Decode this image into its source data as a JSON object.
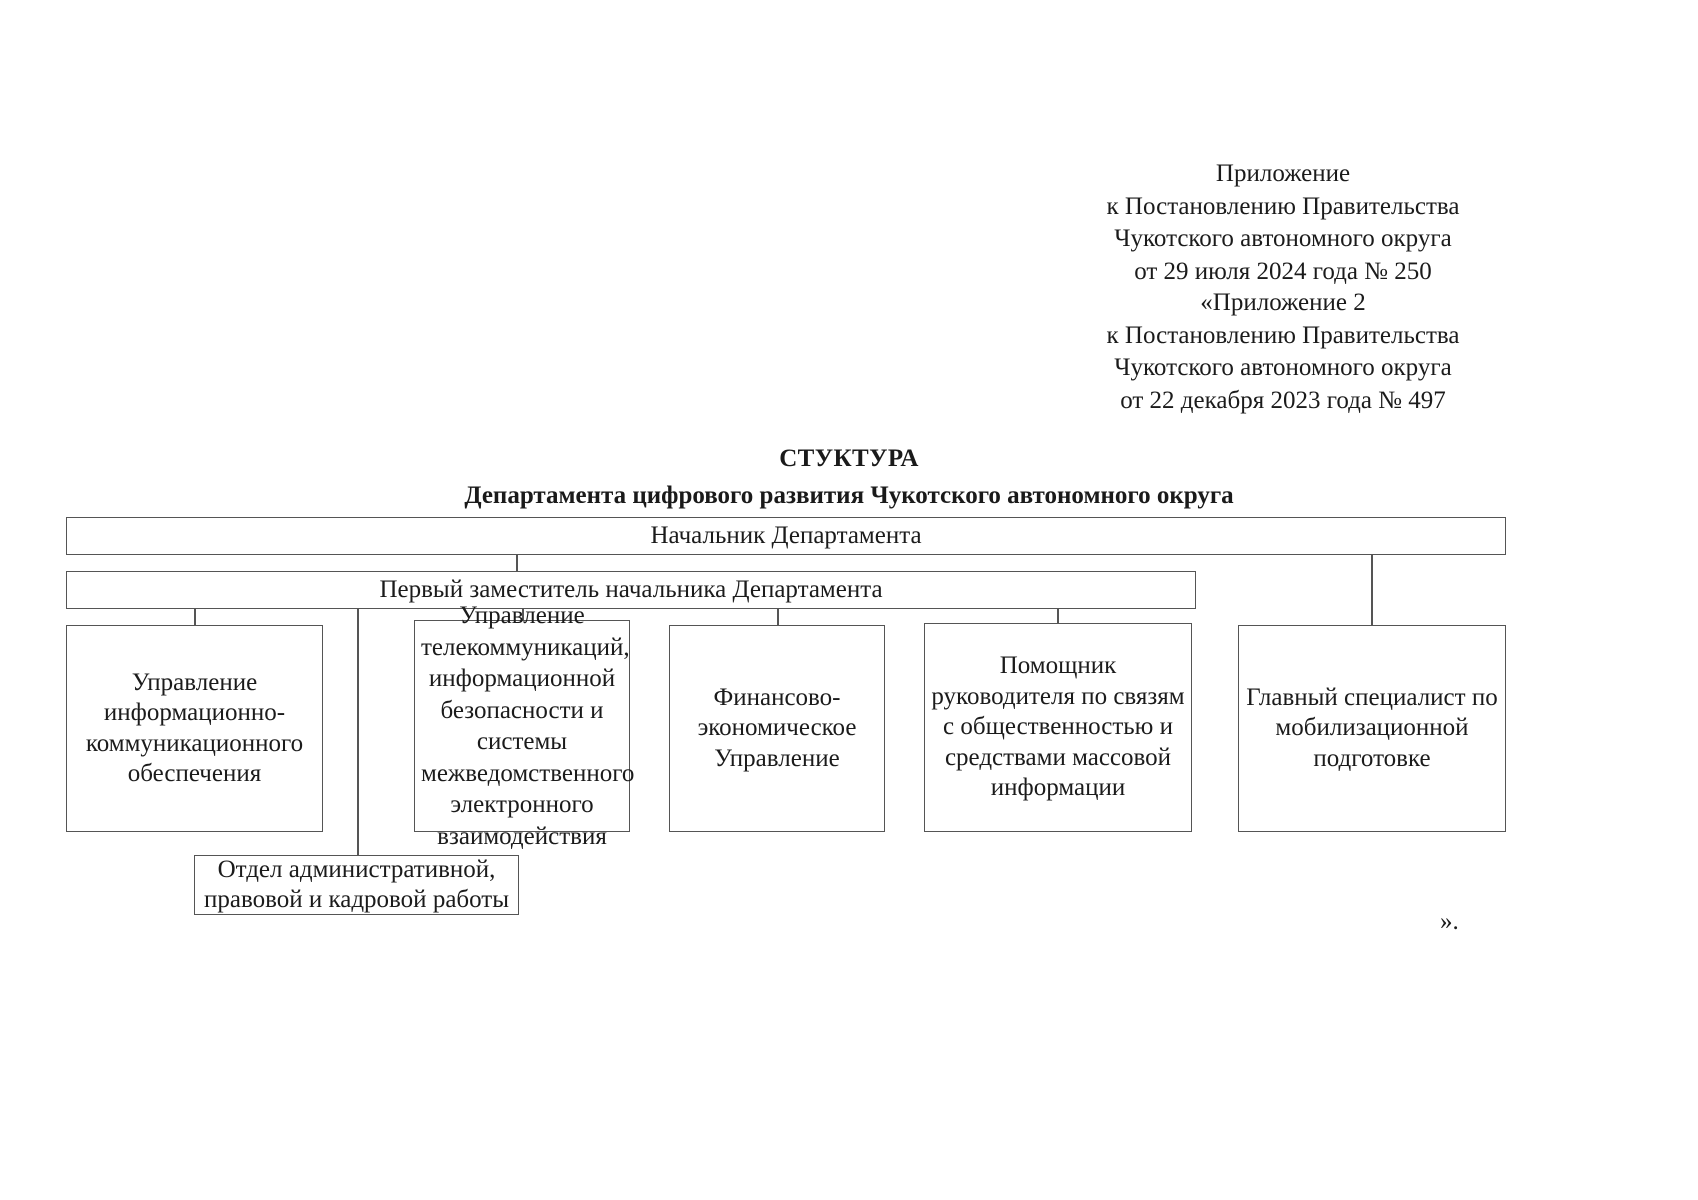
{
  "document": {
    "reference_blocks": [
      {
        "name": "appendix-reference-primary",
        "lines": [
          "Приложение",
          "к Постановлению Правительства",
          "Чукотского автономного округа",
          "от  29  июля 2024 года № 250"
        ]
      },
      {
        "name": "appendix-reference-secondary",
        "lines": [
          "«Приложение 2",
          "к Постановлению Правительства",
          "Чукотского автономного округа",
          "от 22 декабря 2023 года № 497"
        ]
      }
    ],
    "title": {
      "main": "СТУКТУРА",
      "subtitle": "Департамента цифрового развития Чукотского автономного округа"
    },
    "closing_mark": "»."
  },
  "chart": {
    "type": "org-chart",
    "nodes": {
      "head": "Начальник Департамента",
      "deputy": "Первый заместитель начальника Департамента",
      "department_1": "Управление информационно-коммуникационного обеспечения",
      "department_2": "Управление телекоммуникаций, информационной безопасности и системы межведомственного электронного взаимодействия",
      "department_3": "Финансово-экономическое Управление",
      "department_4": "Помощник руководителя по связям с общественностью и средствами массовой информации",
      "department_5": "Главный специалист по мобилизационной подготовке",
      "subdivision_1": "Отдел административной, правовой и кадровой работы"
    },
    "hierarchy": [
      {
        "parent": "head",
        "children": [
          "deputy",
          "department_5"
        ]
      },
      {
        "parent": "deputy",
        "children": [
          "department_1",
          "department_2",
          "department_3",
          "department_4",
          "subdivision_1"
        ]
      }
    ],
    "colors": {
      "border": "#555555",
      "text": "#1b1b1b",
      "background": "#ffffff"
    }
  }
}
